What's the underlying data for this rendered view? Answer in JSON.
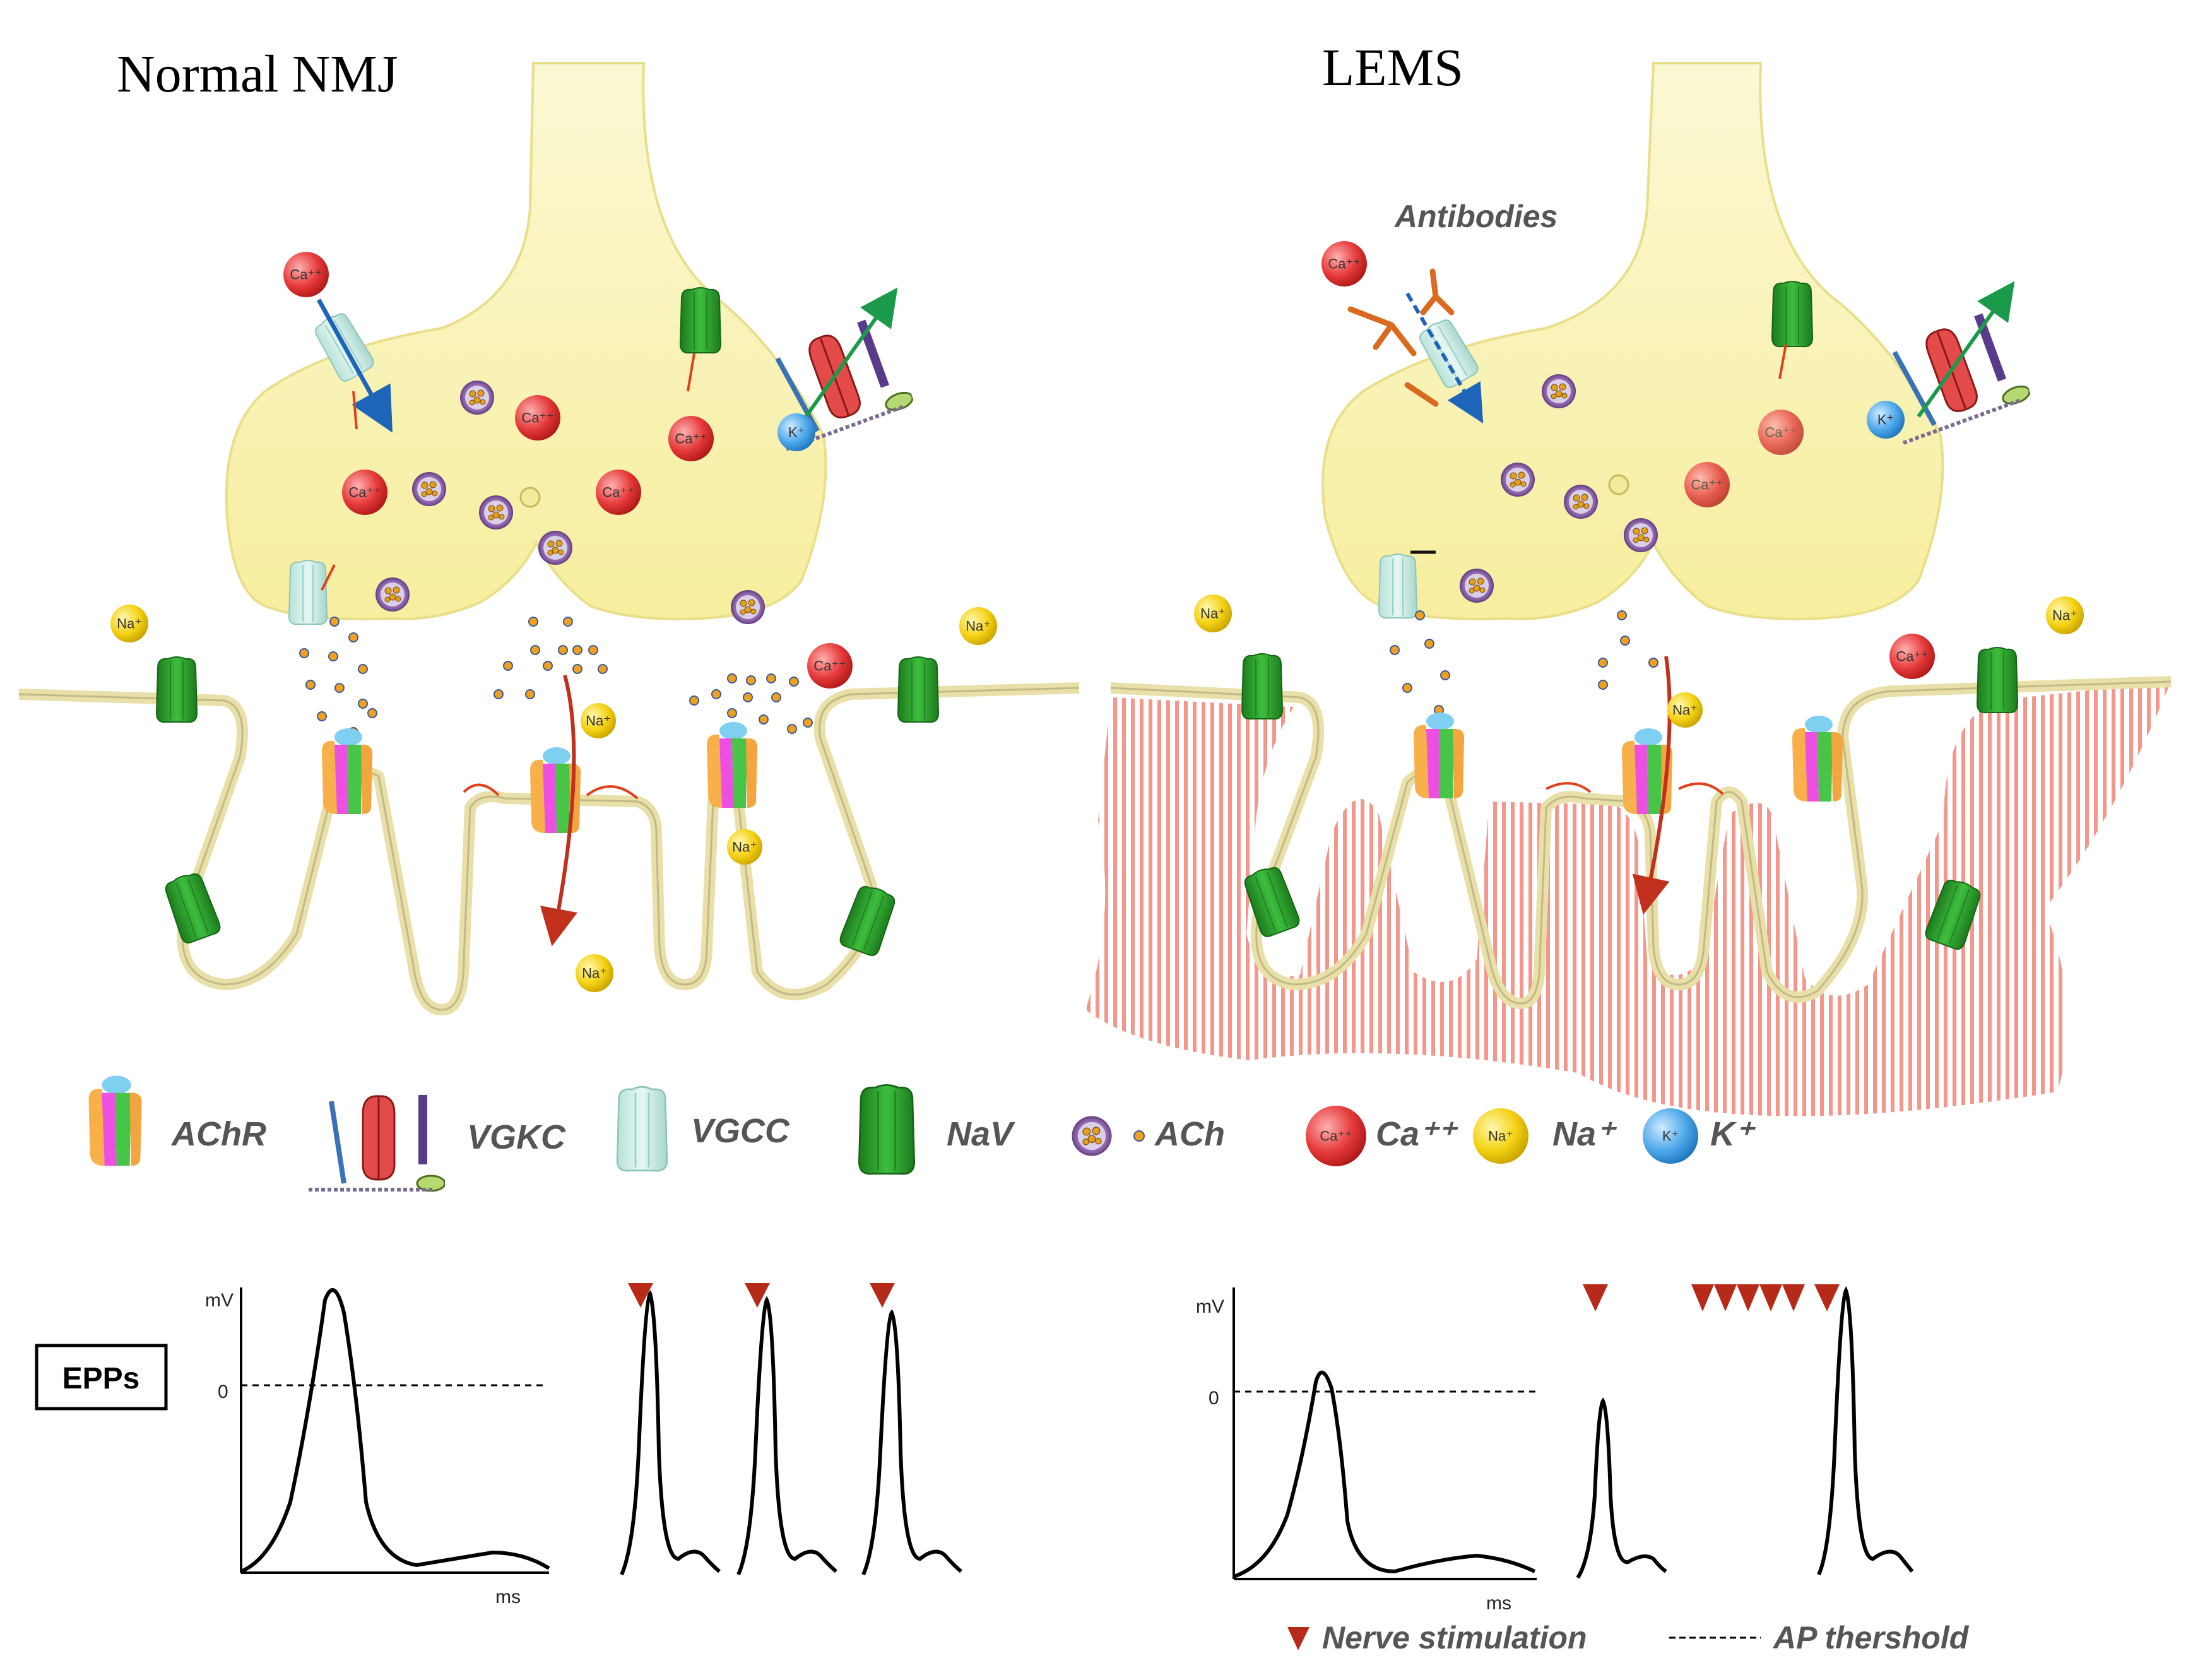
{
  "titles": {
    "normal": "Normal NMJ",
    "lems": "LEMS"
  },
  "annotations": {
    "antibodies": "Antibodies"
  },
  "ions": {
    "ca": "Ca⁺⁺",
    "na": "Na⁺",
    "k": "K⁺"
  },
  "legend": {
    "achr": "AChR",
    "vgkc": "VGKC",
    "vgcc": "VGCC",
    "nav": "NaV",
    "ach": "ACh",
    "ca": "Ca⁺⁺",
    "na": "Na⁺",
    "k": "K⁺"
  },
  "epp": {
    "box_label": "EPPs",
    "y_unit": "mV",
    "zero_label": "0",
    "x_unit": "ms",
    "normal_stimuli_markers": 3,
    "lems_burst_markers": 5
  },
  "footer_legend": {
    "nerve_stimulation": "Nerve stimulation",
    "ap_threshold": "AP thershold"
  },
  "colors": {
    "terminal_fill": "#fbf6c4",
    "nav_green": "#2f9e2f",
    "ca_red": "#e03030",
    "na_yellow": "#f2cf10",
    "k_blue": "#4aa8e8",
    "stimulus_marker": "#b52a18",
    "lems_hatch": "#f28a7e"
  }
}
